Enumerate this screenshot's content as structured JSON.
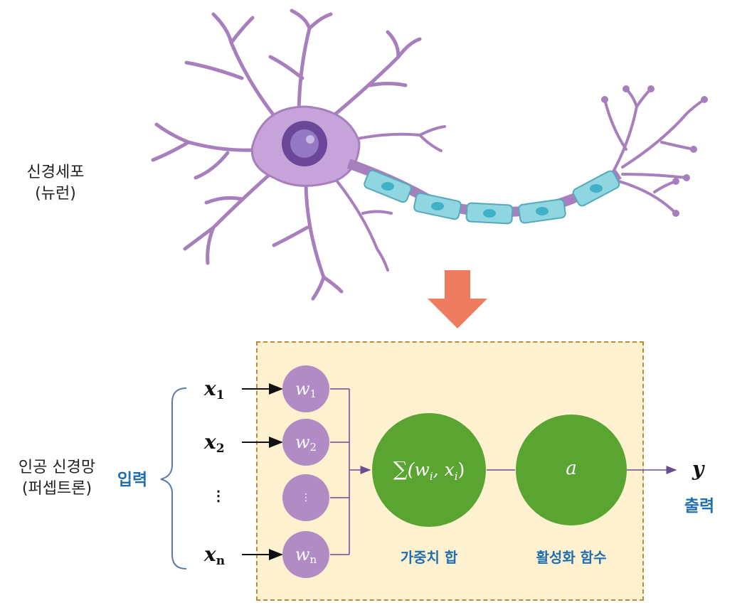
{
  "neuron": {
    "label_line1": "신경세포",
    "label_line2": "(뉴런)"
  },
  "perceptron": {
    "label_line1": "인공 신경망",
    "label_line2": "(퍼셉트론)",
    "input_label": "입력",
    "output_label": "출력",
    "inputs": [
      {
        "var": "x",
        "sub": "1"
      },
      {
        "var": "x",
        "sub": "2"
      },
      {
        "var": "⋮",
        "sub": ""
      },
      {
        "var": "x",
        "sub": "n"
      }
    ],
    "weights": [
      {
        "var": "w",
        "sub": "1"
      },
      {
        "var": "w",
        "sub": "2"
      },
      {
        "var": "⋮",
        "sub": ""
      },
      {
        "var": "w",
        "sub": "n"
      }
    ],
    "sum_node": {
      "symbol": "∑",
      "text": "(w",
      "sub1": "i",
      "mid": ", x",
      "sub2": "i",
      "end": ")",
      "caption": "가중치 합"
    },
    "activation_node": {
      "symbol": "a",
      "caption": "활성화 함수"
    },
    "output_var": "y"
  },
  "colors": {
    "neuron_purple": "#b58ac9",
    "arrow_orange": "#f07c60",
    "box_fill": "#fdf1cf",
    "box_border": "#b98c3a",
    "weight_node": "#b08bc4",
    "green_node": "#5aa532",
    "caption_blue": "#1f6fb0",
    "connector": "#6a4c93"
  }
}
